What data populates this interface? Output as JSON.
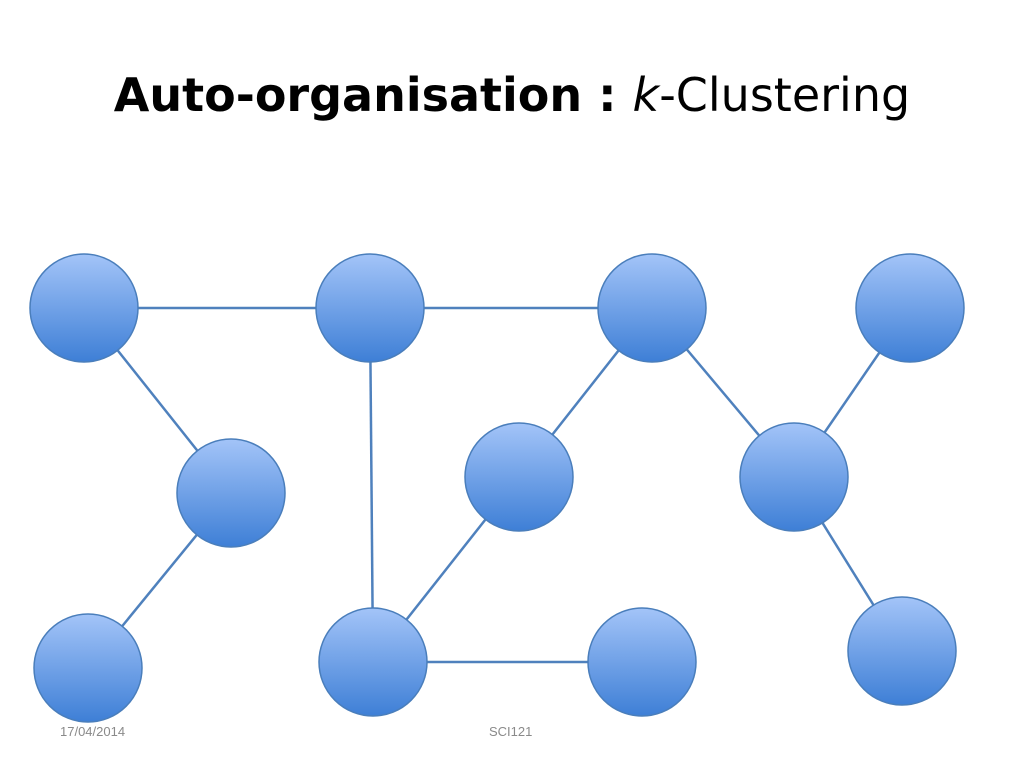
{
  "title": {
    "bold_part": "Auto-organisation : ",
    "italic_part": "k",
    "normal_part": "-Clustering"
  },
  "footer": {
    "date": "17/04/2014",
    "code": "SCI121"
  },
  "colors": {
    "node_top": "#a3c4f8",
    "node_bottom": "#3e7fd6",
    "node_stroke": "#4a7ebb",
    "edge": "#4f81bd"
  },
  "diagram": {
    "nodes": [
      "n1",
      "n2",
      "n3",
      "n4",
      "n5",
      "n6",
      "n7",
      "n8",
      "n9",
      "n10",
      "n11",
      "n12"
    ],
    "edges": [
      [
        "n1",
        "n2"
      ],
      [
        "n2",
        "n3"
      ],
      [
        "n1",
        "n5"
      ],
      [
        "n5",
        "n9"
      ],
      [
        "n2",
        "n10"
      ],
      [
        "n10",
        "n6"
      ],
      [
        "n6",
        "n3"
      ],
      [
        "n10",
        "n11"
      ],
      [
        "n3",
        "n7"
      ],
      [
        "n7",
        "n4"
      ],
      [
        "n7",
        "n12"
      ]
    ]
  }
}
